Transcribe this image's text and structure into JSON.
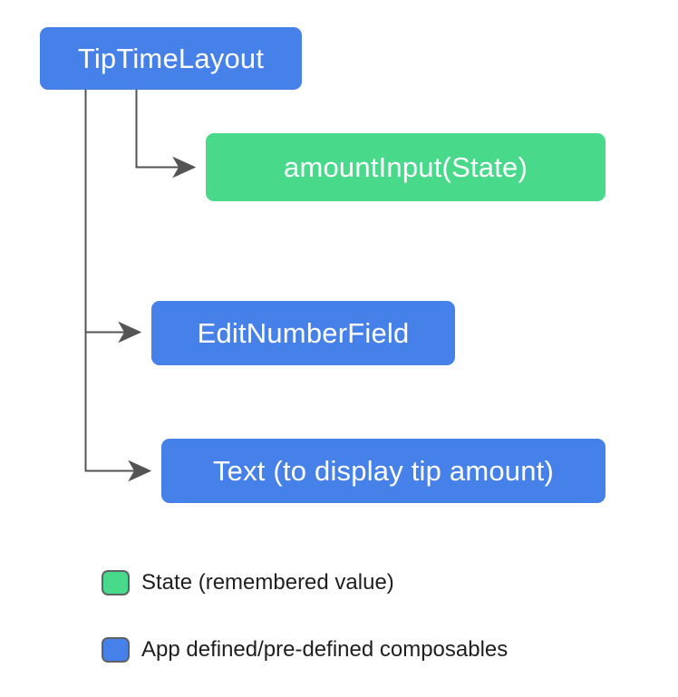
{
  "diagram": {
    "nodes": [
      {
        "id": "tip-time-layout",
        "label": "TipTimeLayout",
        "type": "composable"
      },
      {
        "id": "amount-input",
        "label": "amountInput(State)",
        "type": "state"
      },
      {
        "id": "edit-number-field",
        "label": "EditNumberField",
        "type": "composable"
      },
      {
        "id": "text-display",
        "label": "Text (to display tip amount)",
        "type": "composable"
      }
    ],
    "edges": [
      {
        "from": "TipTimeLayout",
        "to": "amountInput(State)"
      },
      {
        "from": "TipTimeLayout",
        "to": "EditNumberField"
      },
      {
        "from": "TipTimeLayout",
        "to": "Text (to display tip amount)"
      }
    ],
    "legend": [
      {
        "label": "State (remembered value)",
        "color": "#49D98B"
      },
      {
        "label": "App defined/pre-defined composables",
        "color": "#4680E9"
      }
    ],
    "colors": {
      "state_green": "#49D98B",
      "composable_blue": "#4680E9",
      "connector_gray": "#545454",
      "node_text": "#FFFFFF",
      "legend_text": "#1F1F1F",
      "background": "#FFFFFF"
    }
  }
}
